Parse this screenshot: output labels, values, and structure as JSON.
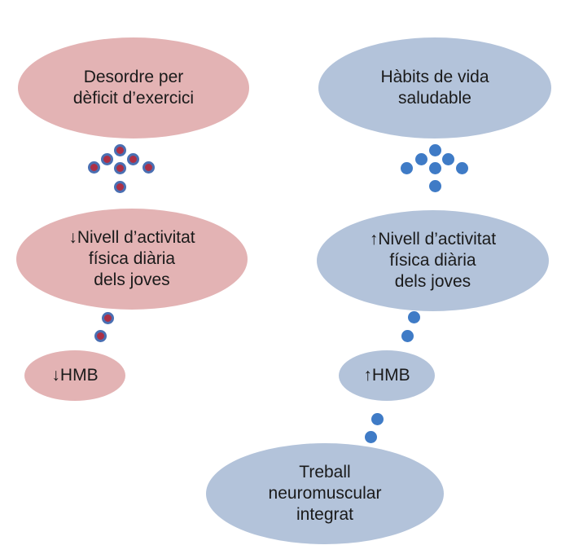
{
  "nodes": {
    "desordre": "Desordre per\ndèficit d’exercici",
    "habits": "Hàbits de vida\nsaludable",
    "nivell_baix": "↓Nivell d’activitat\nfísica diària\ndels joves",
    "nivell_alt": "↑Nivell d’activitat\nfísica diària\ndels joves",
    "hmb_baix": "↓HMB",
    "hmb_alt": "↑HMB",
    "treball": "Treball\nneuromuscular\nintegrat"
  },
  "colors": {
    "red_node": "#e3b3b4",
    "blue_node": "#b3c3da",
    "red_dot": "#ad2f45",
    "red_dot_ring": "#4a6fb2",
    "blue_dot": "#3f7bc6"
  },
  "connectors": [
    {
      "from": "nivell_baix",
      "to": "desordre",
      "style": "dotted-arrow-up",
      "color": "red"
    },
    {
      "from": "nivell_alt",
      "to": "habits",
      "style": "dotted-arrow-up",
      "color": "blue"
    },
    {
      "from": "hmb_baix",
      "to": "nivell_baix",
      "style": "dotted-line",
      "color": "red"
    },
    {
      "from": "hmb_alt",
      "to": "nivell_alt",
      "style": "dotted-line",
      "color": "blue"
    },
    {
      "from": "treball",
      "to": "hmb_alt",
      "style": "dotted-line",
      "color": "blue"
    }
  ]
}
